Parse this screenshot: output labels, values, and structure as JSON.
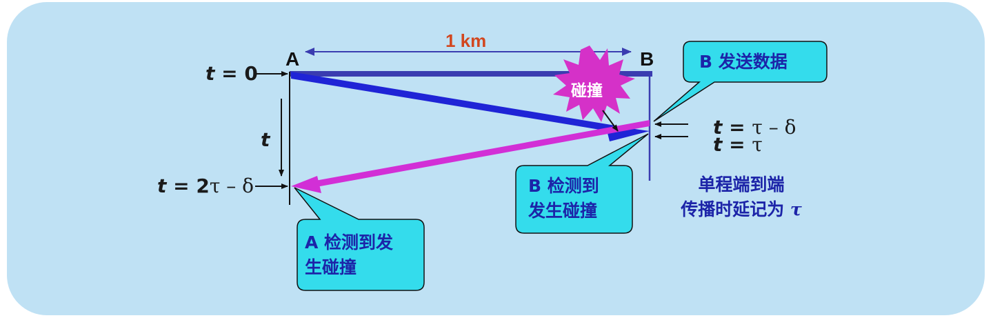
{
  "distance_label": "1 km",
  "endpoint_a": "A",
  "endpoint_b": "B",
  "collision_burst_label": "碰撞",
  "time_labels": {
    "t0": {
      "var": "t",
      "rest": " = 0"
    },
    "t_axis": "t",
    "t_2tau_minus_delta": {
      "var": "t",
      "rest": " = 2",
      "tau": "τ",
      "minus": " – ",
      "delta": "δ"
    },
    "t_tau_minus_delta": {
      "var": "t",
      "rest": " = ",
      "tau": "τ",
      "minus": " – ",
      "delta": "δ"
    },
    "t_tau": {
      "var": "t",
      "rest": " = ",
      "tau": "τ"
    }
  },
  "callouts": {
    "b_sends": "B 发送数据",
    "b_detects_line1": "B 检测到",
    "b_detects_line2": "发生碰撞",
    "a_detects_line1": "A 检测到发",
    "a_detects_line2": "生碰撞"
  },
  "note": {
    "line1": "单程端到端",
    "line2": "传播时延记为",
    "tau": "τ"
  },
  "colors": {
    "background_panel": "#bfe1f4",
    "signal_a": "#1f24d6",
    "signal_b": "#d22fd6",
    "bus": "#3a3cb0",
    "burst": "#d531c8",
    "callout": "#34dcec",
    "distance_text": "#d2471f",
    "callout_text": "#1c24a8"
  }
}
